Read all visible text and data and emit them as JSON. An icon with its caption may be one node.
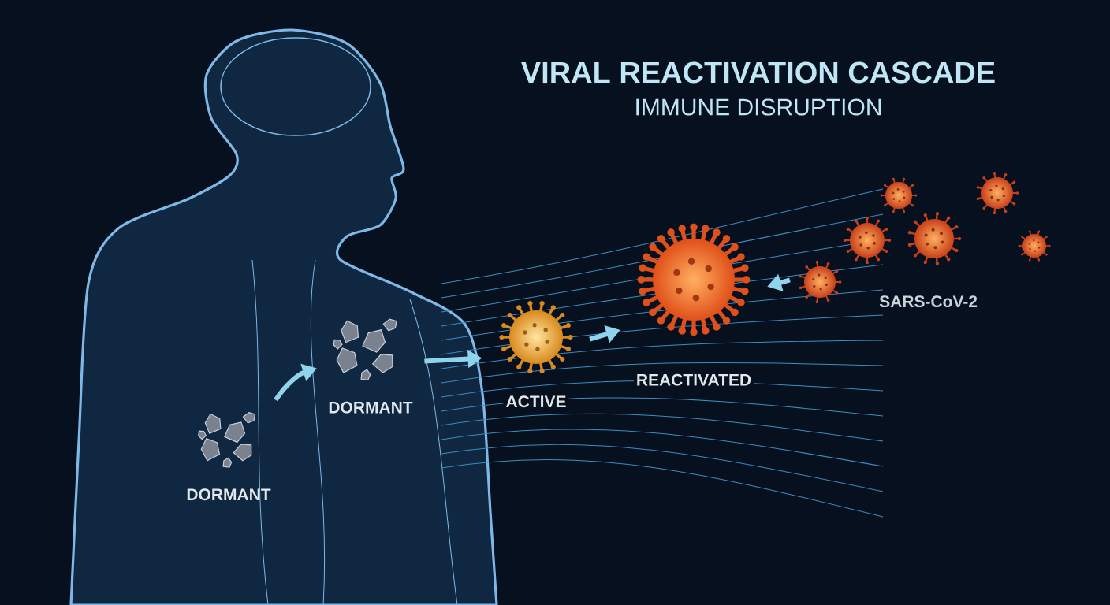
{
  "diagram": {
    "title": "VIRAL REACTIVATION CASCADE",
    "nodes": [
      {
        "text": [
          "DORMANT"
        ]
      },
      {
        "text": [
          "DORMANT"
        ]
      },
      {
        "text": [
          "ACTIVE"
        ]
      },
      {
        "text": [
          "REACTIVATED"
        ]
      },
      {
        "text": [
          "SARS-CoV-2"
        ]
      }
    ],
    "edges": [
      {
        "from": 0,
        "to": 1,
        "arrow": "to"
      },
      {
        "from": 1,
        "to": 2,
        "arrow": "to"
      },
      {
        "from": 2,
        "to": 3,
        "arrow": "to"
      },
      {
        "from": 4,
        "to": 3,
        "arrow": "to"
      }
    ],
    "labels": [
      "IMMUNE DISRUPTION"
    ]
  }
}
